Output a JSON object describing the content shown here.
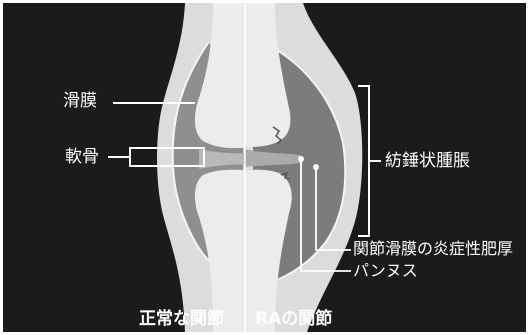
{
  "labels": {
    "synovium": "滑膜",
    "cartilage": "軟骨",
    "fusiform_swelling": "紡錘状腫脹",
    "synovitis_thickening": "関節滑膜の炎症性肥厚",
    "pannus": "パンヌス"
  },
  "captions": {
    "normal_joint": "正常な関節",
    "ra_joint": "RAの関節"
  },
  "colors": {
    "background": "#1b1b1b",
    "bone": "#e8e8e8",
    "synovial_cavity": "#8f8f8f",
    "annotation": "#ffffff"
  }
}
